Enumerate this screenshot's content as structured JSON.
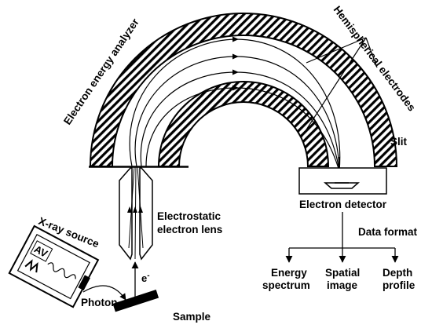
{
  "labels": {
    "analyzer": "Electron energy analyzer",
    "electrodes": "Hemispherical electrodes",
    "slit": "Slit",
    "lens_line1": "Electrostatic",
    "lens_line2": "electron lens",
    "detector": "Electron detector",
    "data_format": "Data format",
    "energy_line1": "Energy",
    "energy_line2": "spectrum",
    "spatial_line1": "Spatial",
    "spatial_line2": "image",
    "depth_line1": "Depth",
    "depth_line2": "profile",
    "xray_source": "X-ray source",
    "photon": "Photon",
    "sample": "Sample",
    "electron_symbol": "e",
    "electron_charge": "-"
  }
}
